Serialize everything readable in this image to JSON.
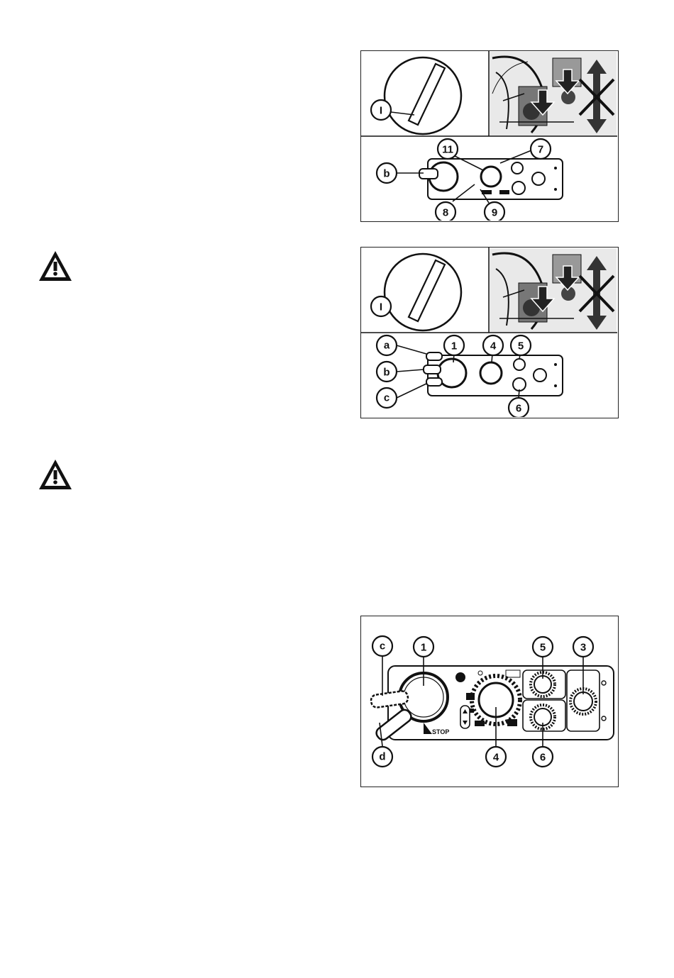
{
  "figure1": {
    "callouts": {
      "i": "I",
      "b": "b",
      "c11": "11",
      "c7": "7",
      "c8": "8",
      "c9": "9"
    }
  },
  "figure2": {
    "callouts": {
      "i": "I",
      "a": "a",
      "b": "b",
      "c": "c",
      "c1": "1",
      "c4": "4",
      "c5": "5",
      "c6": "6"
    }
  },
  "figure3": {
    "callouts": {
      "c": "c",
      "c1": "1",
      "c5": "5",
      "c3": "3",
      "d": "d",
      "c4": "4",
      "c6": "6"
    },
    "stop_text": "STOP"
  },
  "icons": {
    "warning_1": "warning-triangle-icon",
    "warning_2": "warning-triangle-icon"
  }
}
